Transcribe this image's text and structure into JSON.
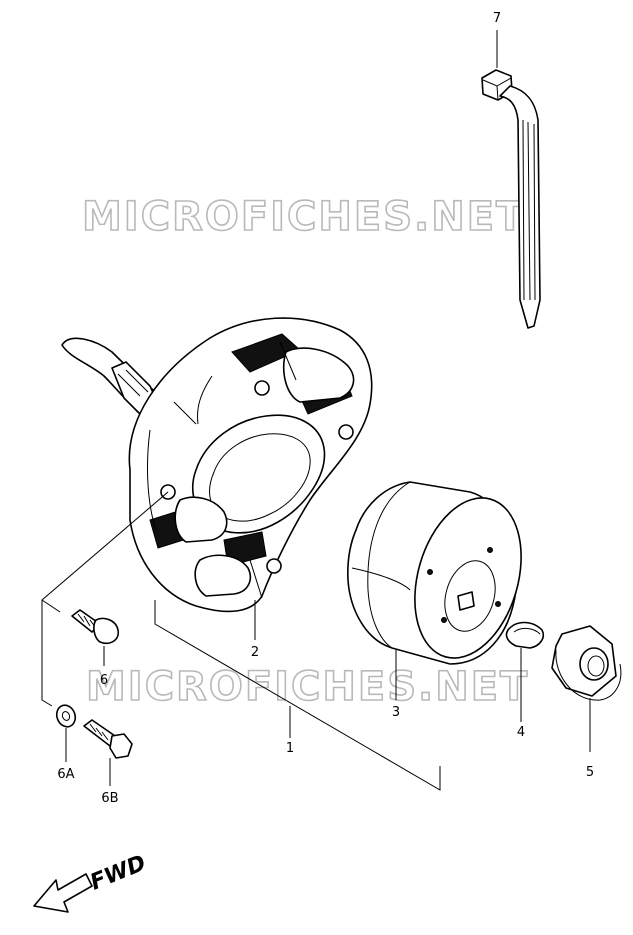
{
  "watermarks": [
    "MICROFICHES.NET",
    "MICROFICHES.NET"
  ],
  "direction_label": "FWD",
  "callouts": [
    {
      "id": "7",
      "part": "cable-clamp"
    },
    {
      "id": "2",
      "part": "stator"
    },
    {
      "id": "1",
      "part": "magneto-assembly"
    },
    {
      "id": "3",
      "part": "rotor"
    },
    {
      "id": "4",
      "part": "key"
    },
    {
      "id": "5",
      "part": "nut"
    },
    {
      "id": "6",
      "part": "screw"
    },
    {
      "id": "6A",
      "part": "washer"
    },
    {
      "id": "6B",
      "part": "bolt"
    }
  ]
}
